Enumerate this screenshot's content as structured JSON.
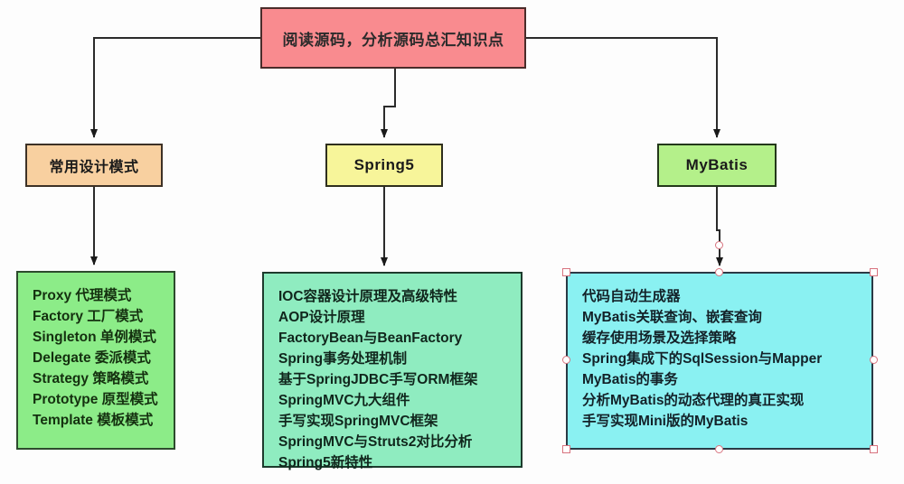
{
  "diagram": {
    "title_box": {
      "label": "阅读源码，分析源码总汇知识点",
      "fill": "#f98b8f",
      "stroke": "#4a2c2a"
    },
    "branches": [
      {
        "id": "design-patterns",
        "label": "常用设计模式",
        "fill": "#f8d0a0",
        "stroke": "#3d3126"
      },
      {
        "id": "spring5",
        "label": "Spring5",
        "fill": "#f7f59a",
        "stroke": "#2f2f1e"
      },
      {
        "id": "mybatis",
        "label": "MyBatis",
        "fill": "#b4f08a",
        "stroke": "#23381a"
      }
    ],
    "lists": {
      "design_patterns": {
        "fill": "#8cec88",
        "items": [
          "Proxy 代理模式",
          "Factory 工厂模式",
          "Singleton 单例模式",
          "Delegate 委派模式",
          "Strategy 策略模式",
          "Prototype 原型模式",
          "Template 模板模式"
        ]
      },
      "spring5": {
        "fill": "#8fecc0",
        "items": [
          "IOC容器设计原理及高级特性",
          "AOP设计原理",
          "FactoryBean与BeanFactory",
          "Spring事务处理机制",
          "基于SpringJDBC手写ORM框架",
          "SpringMVC九大组件",
          "手写实现SpringMVC框架",
          "SpringMVC与Struts2对比分析",
          "Spring5新特性"
        ]
      },
      "mybatis": {
        "fill": "#8af1f2",
        "selected": true,
        "items": [
          "代码自动生成器",
          "MyBatis关联查询、嵌套查询",
          "缓存使用场景及选择策略",
          "Spring集成下的SqlSession与Mapper",
          "MyBatis的事务",
          "分析MyBatis的动态代理的真正实现",
          "手写实现Mini版的MyBatis"
        ]
      }
    },
    "connectors": {
      "stroke": "#2b2b2b",
      "arrow_fill": "#1a1a1a"
    }
  }
}
